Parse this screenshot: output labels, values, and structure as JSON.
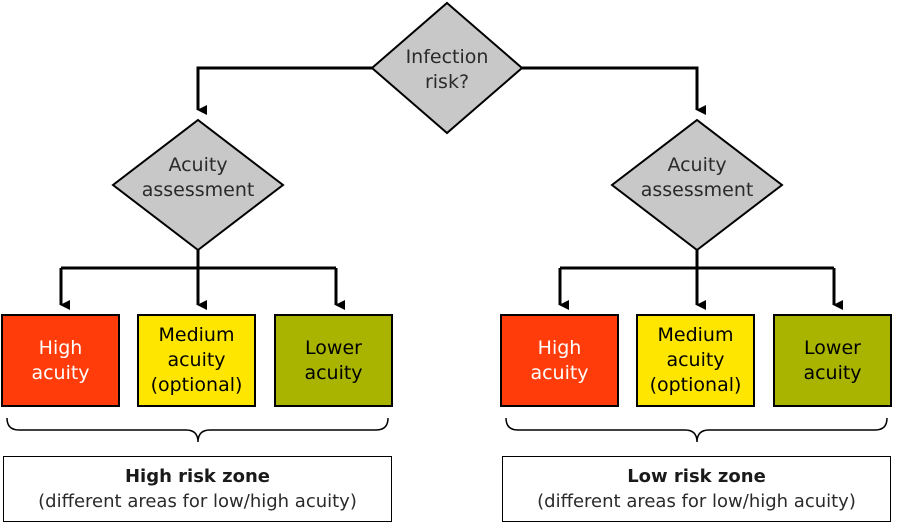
{
  "decision": {
    "label": "Infection\nrisk?"
  },
  "branches": [
    {
      "assessment": "Acuity\nassessment",
      "outcomes": [
        {
          "label": "High\nacuity",
          "level": "high"
        },
        {
          "label": "Medium\nacuity\n(optional)",
          "level": "medium"
        },
        {
          "label": "Lower\nacuity",
          "level": "lower"
        }
      ],
      "zone": {
        "title": "High risk zone",
        "subtitle": "(different areas for low/high acuity)"
      }
    },
    {
      "assessment": "Acuity\nassessment",
      "outcomes": [
        {
          "label": "High\nacuity",
          "level": "high"
        },
        {
          "label": "Medium\nacuity\n(optional)",
          "level": "medium"
        },
        {
          "label": "Lower\nacuity",
          "level": "lower"
        }
      ],
      "zone": {
        "title": "Low risk zone",
        "subtitle": "(different areas for low/high acuity)"
      }
    }
  ],
  "colors": {
    "high": "#ff3c0a",
    "medium": "#ffe600",
    "lower": "#a8b400",
    "decision_fill": "#c8c8c8"
  }
}
